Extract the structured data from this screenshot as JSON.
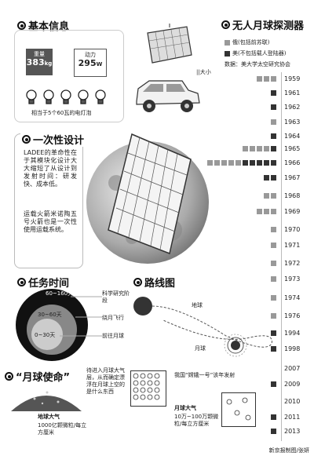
{
  "top_cut_text": "",
  "basic_info": {
    "title": "基本信息",
    "weight_label": "重量",
    "weight_value": "383",
    "weight_unit": "kg",
    "power_label": "动力",
    "power_value": "295",
    "power_unit": "W",
    "bulbs_caption": "相当于5个60瓦的电灯泡",
    "size_caption": "||大小"
  },
  "one_time": {
    "title": "一次性设计",
    "para1": "LADEE的革命性在于其模块化设计大大缩短了从设计到发射时间：研发快、成本低。",
    "para2": "运载火箭米诺陶五号火箭也是一次性使用运载系统。"
  },
  "mission_time": {
    "title": "任务时间",
    "rings": [
      "60~160天",
      "30~60天",
      "0~30天"
    ],
    "phases": [
      "科学研究阶段",
      "绕月飞行",
      "前往月球"
    ]
  },
  "route": {
    "title": "路线图",
    "earth": "地球",
    "moon": "月球",
    "change1_note": "我国“嫦娥一号”该年发射"
  },
  "moon_mission": {
    "title": "“月球使命”",
    "intro": "待进入月球大气层，从而确定漂浮在月球上空的是什么东西",
    "earth_atm_title": "地球大气",
    "earth_atm_desc": "1000亿颗微粒/每立方厘米",
    "moon_atm_title": "月球大气",
    "moon_atm_desc": "10万~100万颗微粒/每立方厘米"
  },
  "probes": {
    "title": "无人月球探测器",
    "legend_russia": "俄(包括前苏联)",
    "legend_us": "美(不包括载人登陆器)",
    "source": "数据：美大学太空研究协会",
    "years": [
      "1959",
      "1961",
      "1962",
      "1963",
      "1964",
      "1965",
      "1966",
      "1967",
      "1968",
      "1969",
      "1970",
      "1971",
      "1972",
      "1973",
      "1974",
      "1976",
      "1994",
      "1998",
      "2007",
      "2009",
      "2010",
      "2011",
      "2013"
    ],
    "counts": [
      {
        "year": "1959",
        "ru": 3,
        "us": 0
      },
      {
        "year": "1961",
        "ru": 0,
        "us": 1
      },
      {
        "year": "1962",
        "ru": 0,
        "us": 1
      },
      {
        "year": "1963",
        "ru": 1,
        "us": 0
      },
      {
        "year": "1964",
        "ru": 0,
        "us": 1
      },
      {
        "year": "1965",
        "ru": 4,
        "us": 1
      },
      {
        "year": "1966",
        "ru": 5,
        "us": 5
      },
      {
        "year": "1967",
        "ru": 0,
        "us": 2
      },
      {
        "year": "1968",
        "ru": 2,
        "us": 0
      },
      {
        "year": "1969",
        "ru": 3,
        "us": 0
      },
      {
        "year": "1970",
        "ru": 1,
        "us": 0
      },
      {
        "year": "1971",
        "ru": 1,
        "us": 0
      },
      {
        "year": "1972",
        "ru": 1,
        "us": 0
      },
      {
        "year": "1973",
        "ru": 1,
        "us": 0
      },
      {
        "year": "1974",
        "ru": 1,
        "us": 0
      },
      {
        "year": "1976",
        "ru": 1,
        "us": 0
      },
      {
        "year": "1994",
        "ru": 0,
        "us": 1
      },
      {
        "year": "1998",
        "ru": 0,
        "us": 1
      },
      {
        "year": "2007",
        "ru": 0,
        "us": 0
      },
      {
        "year": "2009",
        "ru": 0,
        "us": 1
      },
      {
        "year": "2010",
        "ru": 0,
        "us": 0
      },
      {
        "year": "2011",
        "ru": 0,
        "us": 1
      },
      {
        "year": "2013",
        "ru": 0,
        "us": 1
      }
    ]
  },
  "credit": "新京报制图/张妍"
}
